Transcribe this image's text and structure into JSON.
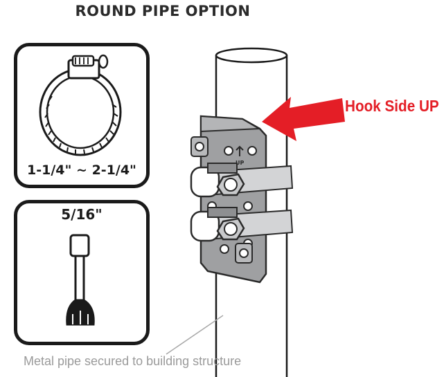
{
  "title": "ROUND PIPE OPTION",
  "clamp": {
    "size_label": "1-1/4\" ~ 2-1/4\"",
    "icon": "hose-clamp-icon"
  },
  "nut_driver": {
    "size_label": "5/16\"",
    "icon": "nut-driver-icon"
  },
  "callout": {
    "text": "Hook Side UP",
    "color": "#e41e26"
  },
  "bracket": {
    "up_marking": "UP"
  },
  "caption": "Metal pipe secured to building structure"
}
